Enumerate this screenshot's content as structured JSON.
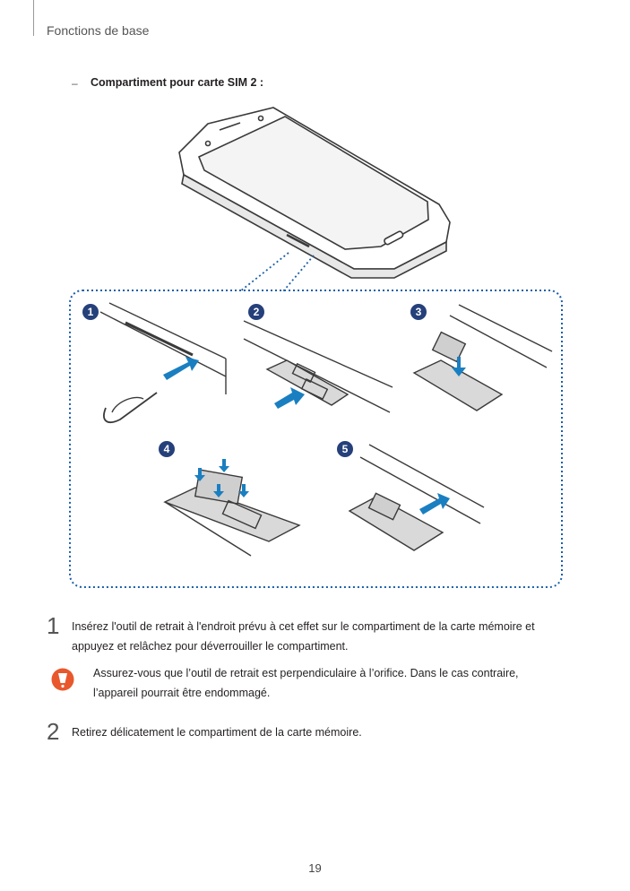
{
  "header": {
    "section_title": "Fonctions de base"
  },
  "bullet": {
    "dash": "–",
    "label": "Compartiment pour carte SIM 2 :"
  },
  "figure": {
    "badges": [
      "1",
      "2",
      "3",
      "4",
      "5"
    ],
    "colors": {
      "badge": "#25407a",
      "arrow": "#1a7fc1",
      "dotted_frame": "#1a5fa8",
      "device": "#3a3a3a"
    }
  },
  "steps": [
    {
      "number": "1",
      "text_line1": "Insérez l'outil de retrait à l'endroit prévu à cet effet sur le compartiment de la carte mémoire et",
      "text_line2": "appuyez et relâchez pour déverrouiller le compartiment."
    },
    {
      "number": "2",
      "text_line1": "Retirez délicatement le compartiment de la carte mémoire."
    }
  ],
  "warning": {
    "icon": "caution-icon",
    "color": "#e8582c",
    "line1": "Assurez-vous que l’outil de retrait est perpendiculaire à l’orifice. Dans le cas contraire,",
    "line2": "l’appareil pourrait être endommagé."
  },
  "footer": {
    "page_number": "19"
  }
}
